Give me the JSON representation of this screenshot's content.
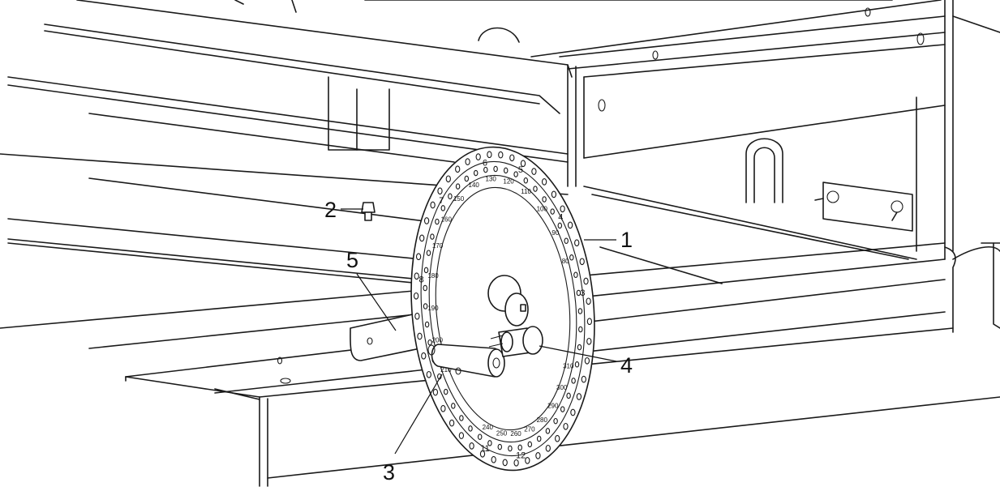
{
  "callouts": [
    {
      "id": "1",
      "label": "1"
    },
    {
      "id": "2",
      "label": "2"
    },
    {
      "id": "3",
      "label": "3"
    },
    {
      "id": "4",
      "label": "4"
    },
    {
      "id": "5",
      "label": "5"
    }
  ],
  "dial": {
    "degree_marks": [
      "80",
      "90",
      "100",
      "110",
      "120",
      "130",
      "140",
      "150",
      "160",
      "170",
      "180",
      "190",
      "200",
      "210",
      "240",
      "250",
      "260",
      "270",
      "280",
      "290",
      "300",
      "310"
    ],
    "position_marks": [
      "3",
      "4",
      "5",
      "6",
      "7",
      "8",
      "11",
      "12"
    ]
  }
}
